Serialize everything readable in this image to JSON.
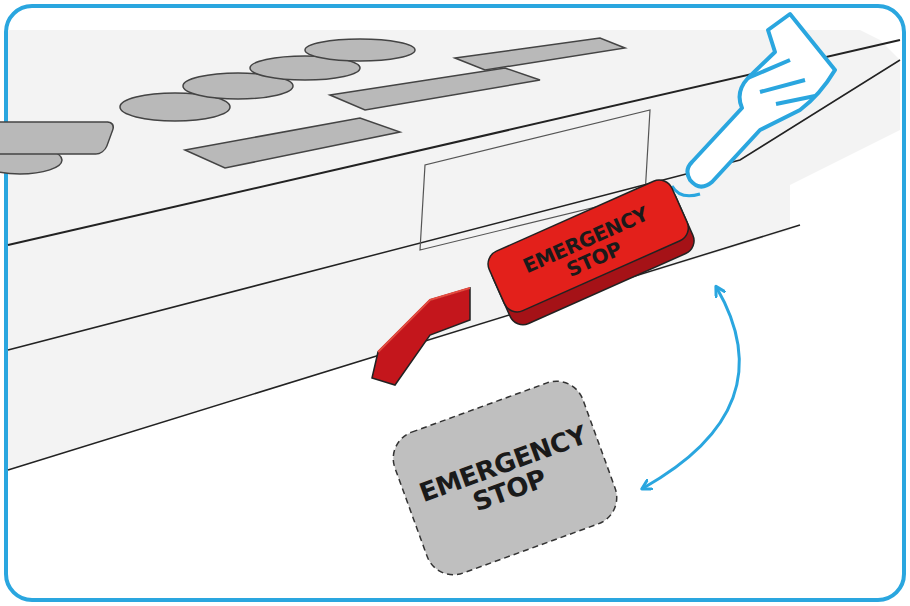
{
  "diagram": {
    "nodes": [
      {
        "text": [
          "EMERGENCY STOP"
        ]
      },
      {
        "text": [
          "EMERGENCY STOP"
        ]
      }
    ],
    "edges": [
      {
        "from": 0,
        "to": 1,
        "arrow": "both"
      }
    ]
  }
}
